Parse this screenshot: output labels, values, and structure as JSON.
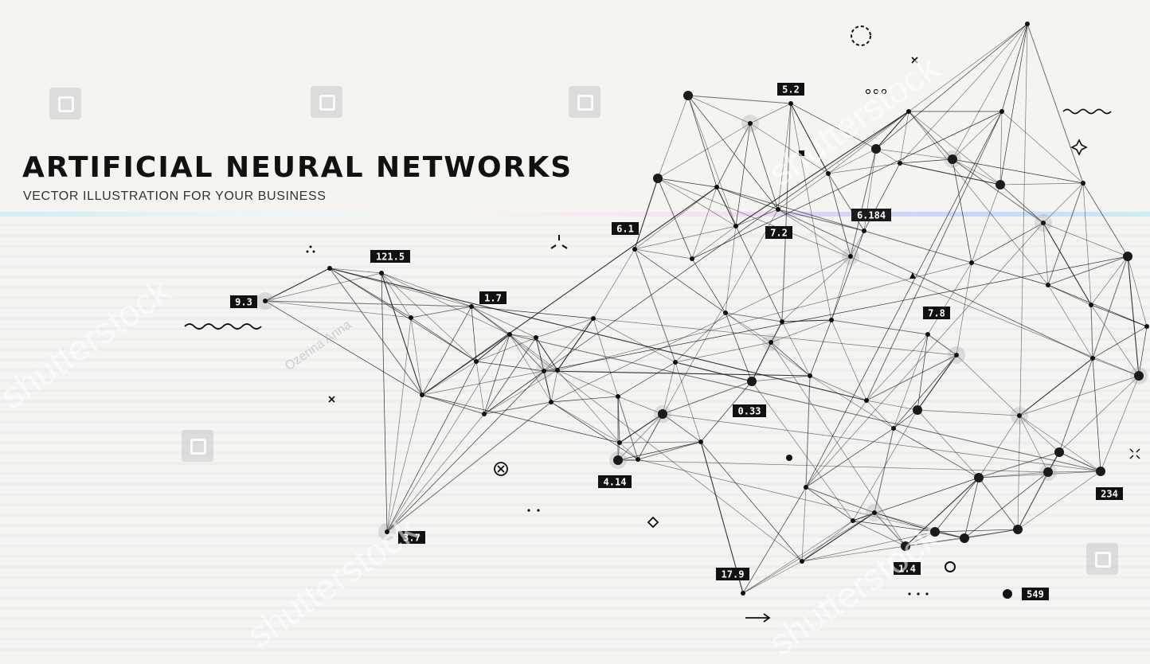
{
  "headline": {
    "title": "ARTIFICIAL NEURAL NETWORKS",
    "subtitle": "VECTOR ILLUSTRATION FOR YOUR BUSINESS"
  },
  "labels": [
    "5.2",
    "6.184",
    "7.2",
    "6.1",
    "121.5",
    "1.7",
    "9.3",
    "7.8",
    "0.33",
    "4.14",
    "3.7",
    "17.9",
    "1.4",
    "549",
    "234"
  ],
  "watermark": {
    "text": "shutterstock",
    "credit": "Ozerina Anna"
  },
  "colors": {
    "background": "#f6f4f1",
    "ink": "#111111",
    "label_bg": "#111111",
    "label_text": "#ffffff",
    "highlight_label": "#3b2fd9"
  },
  "icons": [
    "dashed-circle-icon",
    "cross-icon",
    "dots-icon",
    "wave-icon",
    "sparkle-icon",
    "triangle-icon",
    "circle-x-icon",
    "diamond-icon",
    "arrow-right-icon",
    "ring-icon"
  ]
}
